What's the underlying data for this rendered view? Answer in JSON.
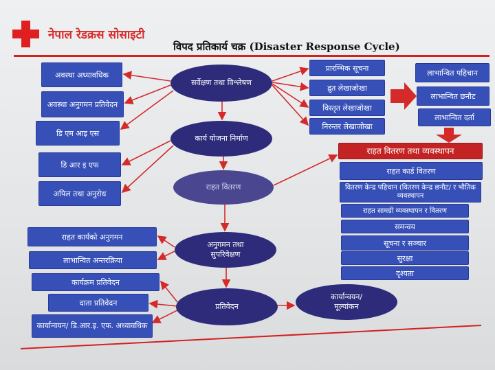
{
  "header": {
    "org_name": "नेपाल रेडक्रस सोसाइटी",
    "title": "विपद प्रतिकार्य चक्र (Disaster Response Cycle)"
  },
  "colors": {
    "red": "#e02020",
    "box_blue": "#3650b8",
    "oval_navy": "#2e2c7a",
    "arrow": "#d42a2a"
  },
  "ovals": {
    "survey": "सर्वेक्षण तथा विश्लेषण",
    "planning": "कार्य योजना निर्माण",
    "relief_dist": "राहत वितरण",
    "monitoring": "अनुगमन तथा सुपरिवेक्षण",
    "reporting": "प्रतिवेदन",
    "implementation": "कार्यान्वयन/ मूल्यांकन"
  },
  "left_top": [
    "अवस्था अध्यावधिक",
    "अवस्था अनुगमन प्रतिवेदन",
    "डि एम आइ एस",
    "डि आर इ एफ",
    "अपिल तथा अनुरोध"
  ],
  "assessments": [
    "प्रारम्भिक सूचना",
    "द्रुत लेखाजोखा",
    "विस्तृत लेखाजोखा",
    "निरन्तर लेखाजोखा"
  ],
  "beneficiary": [
    "लाभान्वित पहिचान",
    "लाभान्वित छनौट",
    "लाभान्वित दर्ता"
  ],
  "relief": {
    "header": "राहत वितरण तथा व्यवस्थापन",
    "items": [
      "राहत कार्ड वितरण",
      "वितरण केन्द्र पहिचान (वितरण केन्द्र छनौट/ र भौतिक व्यवस्थापन",
      "राहत सामग्री व्यवस्थापन र वितरण",
      "समन्वय",
      "सूचना र सञ्चार",
      "सुरक्षा",
      "दृश्यता"
    ]
  },
  "left_bottom": [
    "राहत कार्यको अनुगमन",
    "लाभान्वित अन्तरक्रिया",
    "कार्यक्रम प्रतिवेदन",
    "दाता प्रतिवेदन",
    "कार्यान्वयन/ डि.आर.इ. एफ. अध्यावधिक"
  ]
}
